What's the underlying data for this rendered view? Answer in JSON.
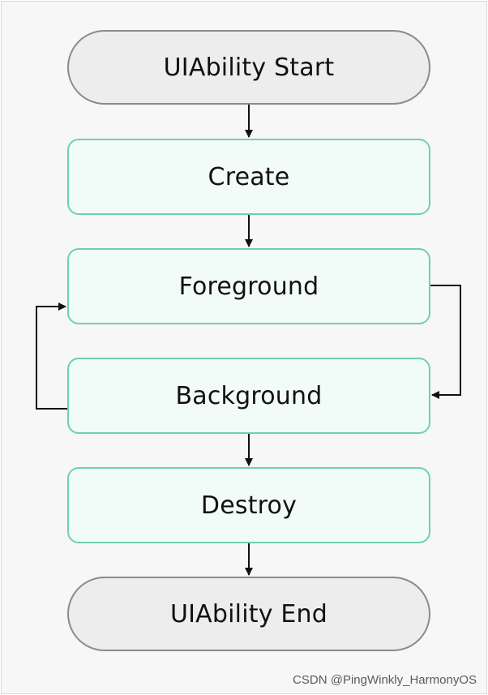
{
  "diagram": {
    "start": "UIAbility Start",
    "states": [
      "Create",
      "Foreground",
      "Background",
      "Destroy"
    ],
    "end": "UIAbility End"
  },
  "watermark": "CSDN @PingWinkly_HarmonyOS"
}
